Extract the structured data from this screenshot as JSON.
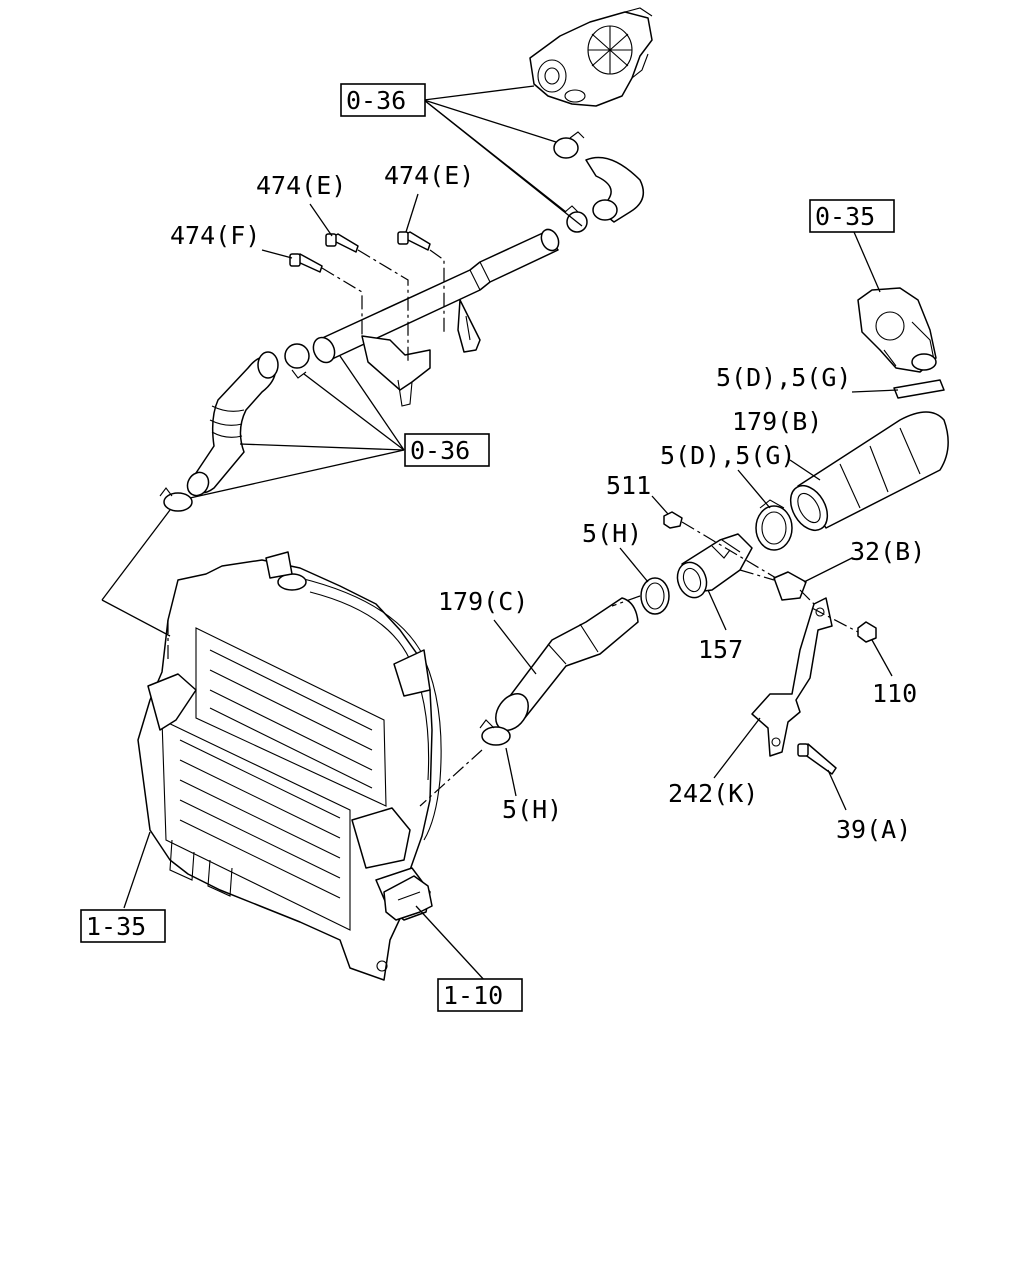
{
  "labels": {
    "ref_036_top": "0-36",
    "ref_036_mid": "0-36",
    "ref_035": "0-35",
    "ref_135": "1-35",
    "ref_110": "1-10",
    "p474E_1": "474(E)",
    "p474E_2": "474(E)",
    "p474F": "474(F)",
    "p5DG_1": "5(D),5(G)",
    "p179B": "179(B)",
    "p5DG_2": "5(D),5(G)",
    "p511": "511",
    "p5H_1": "5(H)",
    "p32B": "32(B)",
    "p179C": "179(C)",
    "p157": "157",
    "p110": "110",
    "p5H_2": "5(H)",
    "p242K": "242(K)",
    "p39A": "39(A)"
  }
}
